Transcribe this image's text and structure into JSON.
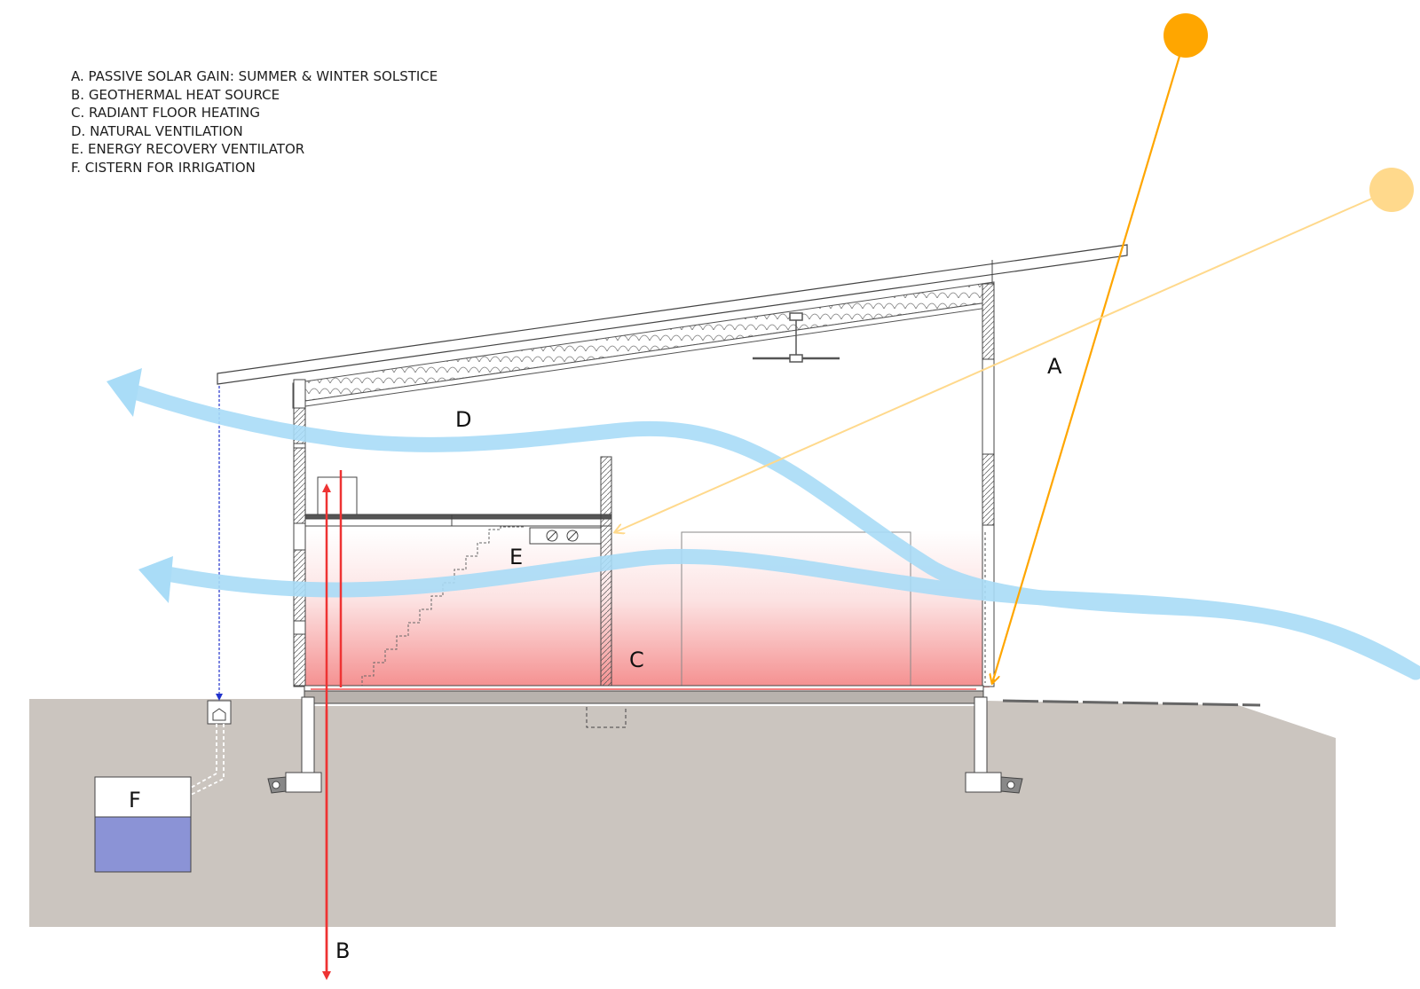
{
  "legend": {
    "items": [
      "A. PASSIVE SOLAR GAIN: SUMMER & WINTER SOLSTICE",
      "B. GEOTHERMAL HEAT SOURCE",
      "C. RADIANT FLOOR HEATING",
      "D. NATURAL VENTILATION",
      "E. ENERGY RECOVERY VENTILATOR",
      "F. CISTERN FOR IRRIGATION"
    ]
  },
  "labels": {
    "a": "A",
    "b": "B",
    "c": "C",
    "d": "D",
    "e": "E",
    "f": "F"
  },
  "colors": {
    "summer_sun": "#ffa600",
    "winter_sun": "#ffd98c",
    "airflow": "#a9dcf7",
    "geothermal": "#ee3333",
    "radiant_heat": "#f48a8a",
    "ground": "#cbc5bf",
    "cistern_water": "#8b93d6",
    "roof_drain": "#2233cc"
  },
  "icons": {
    "sun": "sun-icon",
    "ceiling_fan": "ceiling-fan-icon"
  }
}
